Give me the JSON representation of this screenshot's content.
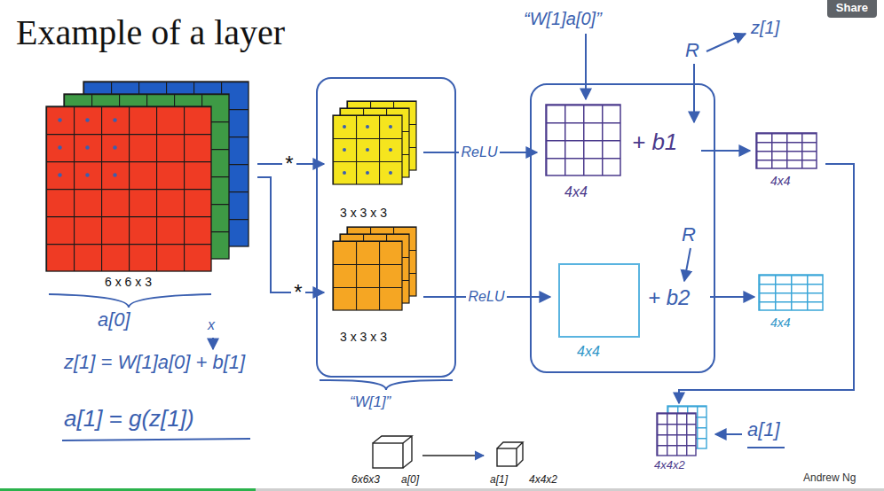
{
  "diagram": {
    "title": "Example of a layer",
    "nodes": [
      {
        "text": [
          "6 x 6 x 3",
          "a[0]"
        ]
      },
      {
        "text": [
          "3 x 3 x 3"
        ]
      },
      {
        "text": [
          "3 x 3 x 3"
        ]
      },
      {
        "text": [
          "4x4",
          "+ b1"
        ]
      },
      {
        "text": [
          "4x4",
          "+ b2"
        ]
      },
      {
        "text": [
          "4x4"
        ]
      },
      {
        "text": [
          "4x4"
        ]
      },
      {
        "text": [
          "4x4x2"
        ]
      }
    ],
    "edges": [
      {
        "from": 0,
        "to": 1,
        "arrow": "to",
        "label": "*"
      },
      {
        "from": 0,
        "to": 2,
        "arrow": "to",
        "label": "*"
      },
      {
        "from": 1,
        "to": 3,
        "arrow": "to",
        "label": "ReLU"
      },
      {
        "from": 2,
        "to": 4,
        "arrow": "to",
        "label": "ReLU"
      },
      {
        "from": 3,
        "to": 5,
        "arrow": "to"
      },
      {
        "from": 4,
        "to": 6,
        "arrow": "to"
      },
      {
        "from": 5,
        "to": 7,
        "arrow": "to"
      }
    ],
    "labels": [
      "Share",
      "“W[1]a[0]”",
      "R",
      "z[1]",
      "R",
      "x",
      "z[1] = W[1]a[0] + b[1]",
      "a[1] = g(z[1])",
      "“W[1]”",
      "6x6x3",
      "a[0]",
      "a[1]",
      "4x4x2",
      "a[1]",
      "Andrew Ng"
    ]
  }
}
